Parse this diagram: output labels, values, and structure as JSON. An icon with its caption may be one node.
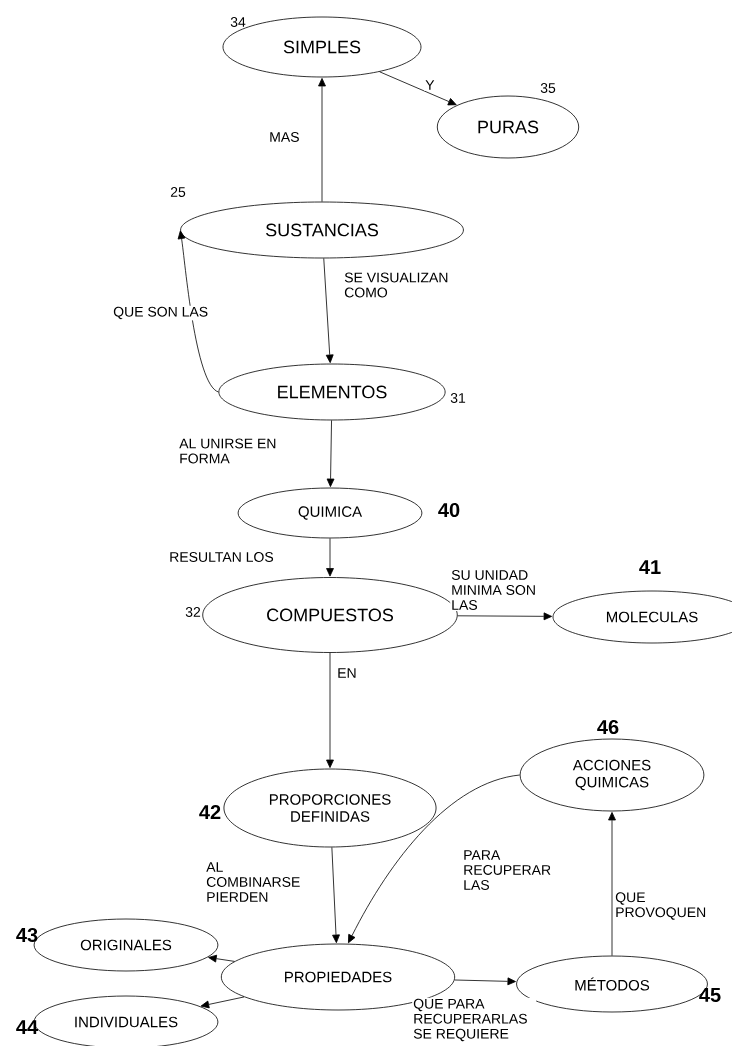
{
  "diagram": {
    "nodes": [
      {
        "text": [
          "SIMPLES"
        ],
        "beside": [
          "34"
        ]
      },
      {
        "text": [
          "PURAS"
        ],
        "beside": [
          "35"
        ]
      },
      {
        "text": [
          "SUSTANCIAS"
        ],
        "beside": [
          "25"
        ]
      },
      {
        "text": [
          "ELEMENTOS"
        ],
        "beside": [
          "31"
        ]
      },
      {
        "text": [
          "QUIMICA"
        ],
        "beside": [
          "40"
        ]
      },
      {
        "text": [
          "COMPUESTOS"
        ],
        "beside": [
          "32"
        ]
      },
      {
        "text": [
          "MOLECULAS"
        ],
        "beside": [
          "41"
        ]
      },
      {
        "text": [
          "PROPORCIONES DEFINIDAS"
        ],
        "beside": [
          "42"
        ]
      },
      {
        "text": [
          "ACCIONES QUIMICAS"
        ],
        "beside": [
          "46"
        ]
      },
      {
        "text": [
          "ORIGINALES"
        ],
        "beside": [
          "43"
        ]
      },
      {
        "text": [
          "PROPIEDADES"
        ]
      },
      {
        "text": [
          "MÉTODOS"
        ],
        "beside": [
          "45"
        ]
      },
      {
        "text": [
          "INDIVIDUALES"
        ],
        "beside": [
          "44"
        ]
      }
    ],
    "edges": [
      {
        "from": 2,
        "to": 0,
        "arrow": "to",
        "label": "MAS"
      },
      {
        "from": 0,
        "to": 1,
        "arrow": "to",
        "label": "Y"
      },
      {
        "from": 2,
        "to": 3,
        "arrow": "to",
        "label": "SE VISUALIZAN COMO"
      },
      {
        "from": 3,
        "to": 2,
        "arrow": "to",
        "label": "QUE SON LAS"
      },
      {
        "from": 3,
        "to": 4,
        "arrow": "to",
        "label": "AL UNIRSE EN FORMA"
      },
      {
        "from": 4,
        "to": 5,
        "arrow": "to",
        "label": "RESULTAN LOS"
      },
      {
        "from": 5,
        "to": 6,
        "arrow": "to",
        "label": "SU UNIDAD MINIMA SON LAS"
      },
      {
        "from": 5,
        "to": 7,
        "arrow": "to",
        "label": "EN"
      },
      {
        "from": 7,
        "to": 10,
        "arrow": "to",
        "label": "AL COMBINARSE PIERDEN"
      },
      {
        "from": 8,
        "to": 10,
        "arrow": "to",
        "label": "PARA RECUPERAR LAS"
      },
      {
        "from": 10,
        "to": 9,
        "arrow": "to"
      },
      {
        "from": 10,
        "to": 12,
        "arrow": "to"
      },
      {
        "from": 10,
        "to": 11,
        "arrow": "to",
        "label": "QUE PARA RECUPERARLAS SE REQUIERE"
      },
      {
        "from": 11,
        "to": 8,
        "arrow": "to",
        "label": "QUE PROVOQUEN"
      }
    ]
  }
}
